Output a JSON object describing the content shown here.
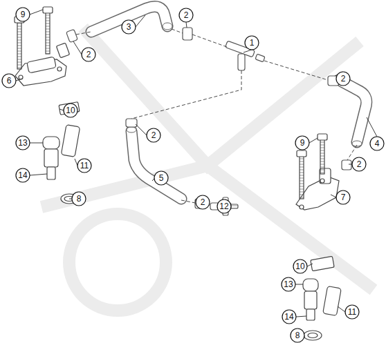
{
  "diagram": {
    "labels": [
      "9",
      "2",
      "3",
      "1",
      "2",
      "6",
      "2",
      "10",
      "13",
      "2",
      "11",
      "9",
      "14",
      "4",
      "5",
      "2",
      "8",
      "2",
      "12",
      "7",
      "10",
      "13",
      "11",
      "14",
      "8"
    ]
  }
}
